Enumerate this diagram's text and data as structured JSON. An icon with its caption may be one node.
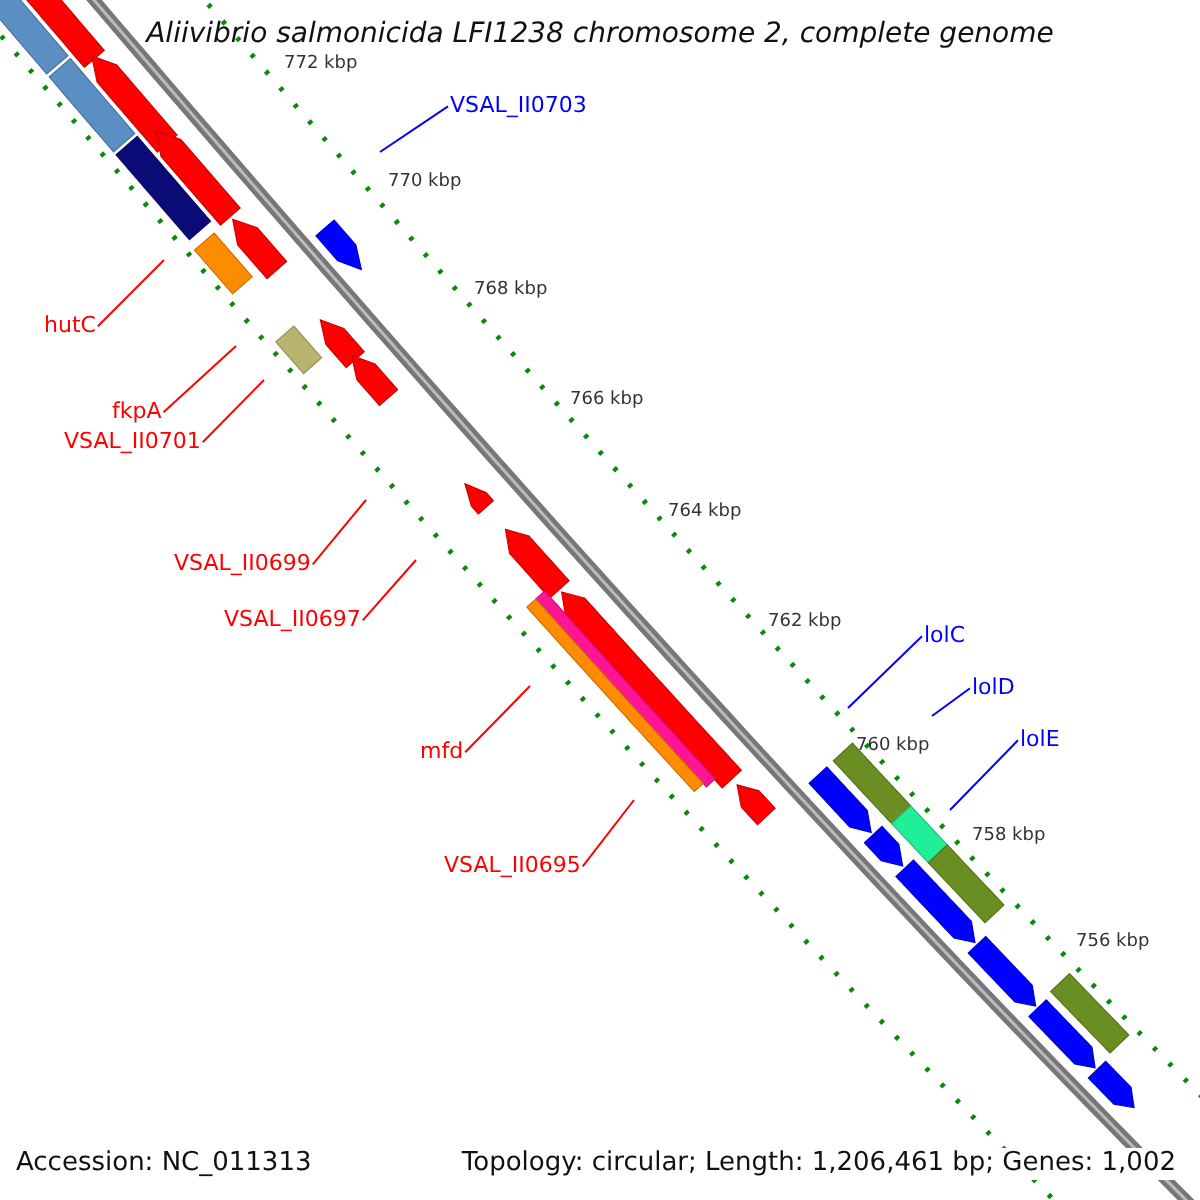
{
  "diagram": {
    "title": "Aliivibrio salmonicida LFI1238 chromosome 2, complete genome",
    "nodes": [
      {
        "text": [
          "VSAL_II0703"
        ]
      },
      {
        "text": [
          "hutC"
        ]
      },
      {
        "text": [
          "fkpA"
        ]
      },
      {
        "text": [
          "VSAL_II0701"
        ]
      },
      {
        "text": [
          "VSAL_II0699"
        ]
      },
      {
        "text": [
          "VSAL_II0697"
        ]
      },
      {
        "text": [
          "lolC"
        ]
      },
      {
        "text": [
          "lolD"
        ]
      },
      {
        "text": [
          "lolE"
        ]
      },
      {
        "text": [
          "mfd"
        ]
      },
      {
        "text": [
          "VSAL_II0695"
        ]
      }
    ],
    "edges": [
      {
        "from": 0,
        "to": null,
        "arrow": "none",
        "color": "#0000ff"
      },
      {
        "from": 1,
        "to": null,
        "arrow": "none"
      },
      {
        "from": 2,
        "to": null,
        "arrow": "none"
      },
      {
        "from": 3,
        "to": null,
        "arrow": "none"
      },
      {
        "from": 4,
        "to": null,
        "arrow": "none"
      },
      {
        "from": 5,
        "to": null,
        "arrow": "none"
      },
      {
        "from": 6,
        "to": null,
        "arrow": "none",
        "color": "#0000ff"
      },
      {
        "from": 7,
        "to": null,
        "arrow": "none",
        "color": "#0000ff"
      },
      {
        "from": 8,
        "to": null,
        "arrow": "none",
        "color": "#0000ff"
      },
      {
        "from": 9,
        "to": null,
        "arrow": "none"
      },
      {
        "from": 10,
        "to": null,
        "arrow": "none"
      }
    ],
    "labels": [
      "772 kbp",
      "770 kbp",
      "768 kbp",
      "766 kbp",
      "764 kbp",
      "762 kbp",
      "760 kbp",
      "758 kbp",
      "756 kbp",
      "Accession: NC_011313",
      "Topology: circular; Length: 1,206,461 bp; Genes: 1,002"
    ]
  }
}
